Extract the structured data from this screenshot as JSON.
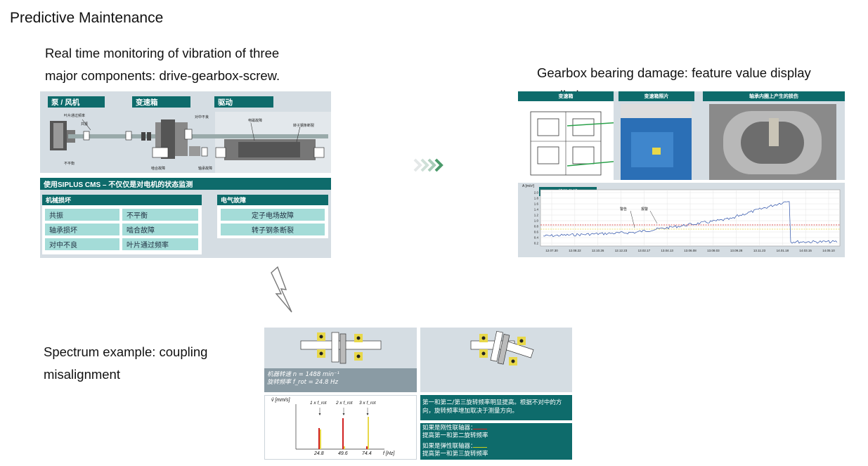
{
  "page": {
    "title": "Predictive Maintenance",
    "desc_monitoring": "Real time monitoring of vibration of three major components: drive-gearbox-screw.",
    "desc_gearbox": "Gearbox bearing damage: feature value display prediction",
    "desc_spectrum": "Spectrum example: coupling misalignment"
  },
  "cms": {
    "headers": [
      "泵 / 风机",
      "变速箱",
      "驱动"
    ],
    "labels": {
      "impeller": "叶片通过频率",
      "resonance_small": "共振",
      "unbalance_small": "不平衡",
      "misalign_small": "对中不良",
      "gear_fault": "啮合故障",
      "bearing_fault": "轴承故障",
      "stator_fault": "电磁故障",
      "rotor_bar": "转子钢条断裂"
    },
    "banner": "使用SIPLUS CMS – 不仅仅是对电机的状态监测",
    "mech_title": "机械损坏",
    "elec_title": "电气故障",
    "mech_cells": [
      "共振",
      "不平衡",
      "轴承损坏",
      "啮合故障",
      "对中不良",
      "叶片通过频率"
    ],
    "elec_cells": [
      "定子电场故障",
      "转子钢条断裂"
    ]
  },
  "gearbox": {
    "headers": [
      "变速箱",
      "变速箱照片",
      "轴承内圈上产生的损伤"
    ],
    "trend_title": "趋势曲线",
    "warning": "警告",
    "alarm": "报警",
    "y_unit": "A [m/s²]",
    "y_ticks": [
      "2.0",
      "1.8",
      "1.6",
      "1.4",
      "1.2",
      "1.0",
      "0.8",
      "0.6",
      "0.4",
      "0.2"
    ],
    "x_ticks": [
      "12.07.30",
      "12.08.22",
      "12.10.26",
      "12.12.23",
      "13.02.17",
      "13.04.13",
      "13.06.08",
      "13.08.03",
      "13.09.28",
      "13.11.23",
      "14.01.18",
      "14.03.15",
      "14.05.10"
    ],
    "colors": {
      "warning_line": "#e8d84a",
      "alarm_line": "#d02020",
      "trend": "#2a4fa8"
    }
  },
  "spectrum": {
    "speed_line1": "机器转速  n = 1488 min⁻¹",
    "speed_line2": "旋转频率  f_rot = 24.8 Hz",
    "y_label": "v̂ [mm/s]",
    "x_label": "f [Hz]",
    "harmonics": [
      "1 x f_rot",
      "2 x f_rot",
      "3 x f_rot"
    ],
    "x_ticks": [
      "24.8",
      "49.6",
      "74.4"
    ],
    "explain": "第一和第二/第三旋转频率明显提高。根据不对中的方向，旋转频率增加取决于测量方向。",
    "rigid": "如果是刚性联轴器：",
    "rigid2": "提高第一和第二旋转频率",
    "elastic": "如果是弹性联轴器：",
    "elastic2": "提高第一和第三旋转频率"
  }
}
